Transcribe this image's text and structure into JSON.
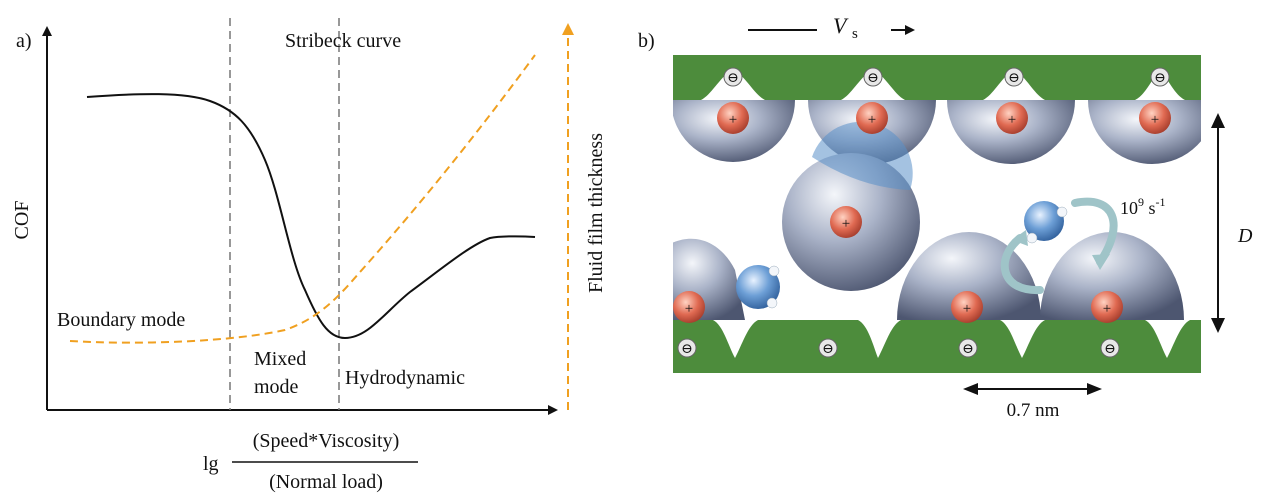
{
  "panel_a": {
    "label": "a)",
    "title": "Stribeck curve",
    "y_label": "COF",
    "y2_label": "Fluid film thickness",
    "x_label_prefix": "lg",
    "x_label_numerator": "(Speed*Viscosity)",
    "x_label_denominator": "(Normal load)",
    "regions": {
      "boundary": "Boundary mode",
      "mixed_line1": "Mixed",
      "mixed_line2": "mode",
      "hydro": "Hydrodynamic"
    },
    "colors": {
      "cof_curve": "#111111",
      "film_curve": "#f0a020",
      "dividers": "#777777"
    }
  },
  "panel_b": {
    "label": "b)",
    "velocity_symbol": "V",
    "velocity_subscript": "s",
    "rate_base": "10",
    "rate_exp": "9",
    "rate_unit": " s",
    "rate_unit_exp": "-1",
    "gap_label": "D",
    "spacing_label": "0.7 nm",
    "cation_sign": "+",
    "anion_sign": "⊖",
    "colors": {
      "surface": "#4d8c3c",
      "cation": "#d9604a",
      "ion_sphere": "#9aa4bd",
      "water": "#5a8fc8"
    }
  }
}
